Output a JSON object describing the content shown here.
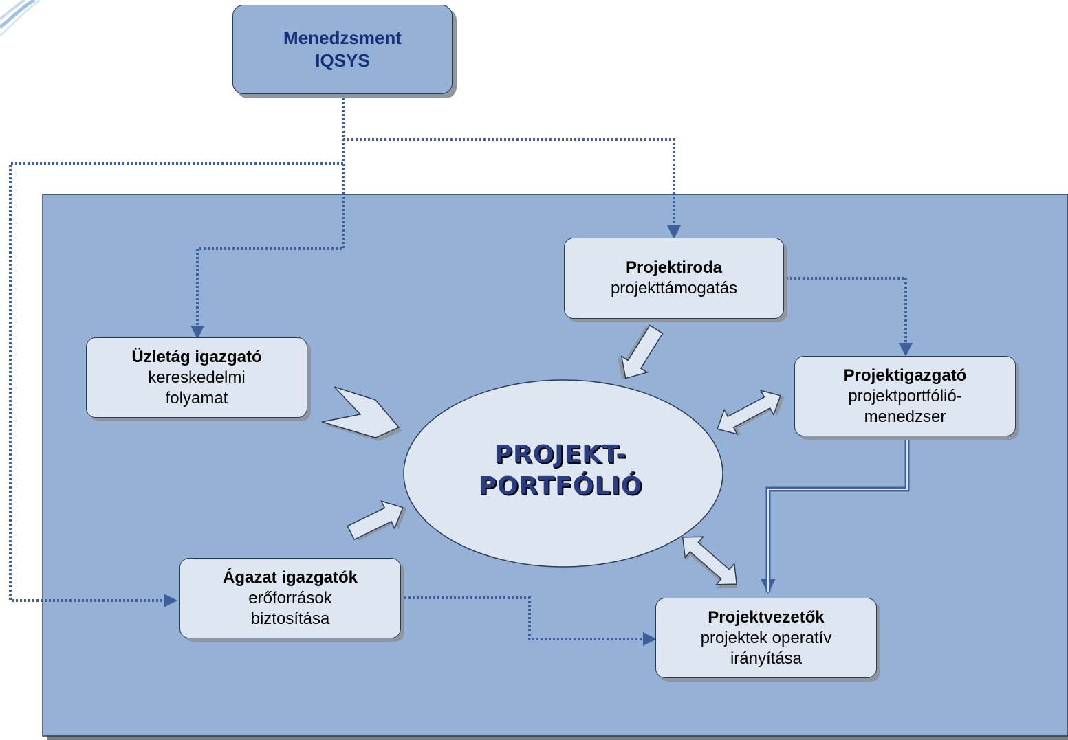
{
  "menedzsment": {
    "line1": "Menedzsment",
    "line2": "IQSYS"
  },
  "projektiroda": {
    "title": "Projektiroda",
    "subtitle": "projekttámogatás"
  },
  "uzletag": {
    "title": "Üzletág igazgató",
    "line2": "kereskedelmi",
    "line3": "folyamat"
  },
  "projektigazgato": {
    "title": "Projektigazgató",
    "line2": "projektportfólió-",
    "line3": "menedzser"
  },
  "agazat": {
    "title": "Ágazat igazgatók",
    "line2": "erőforrások",
    "line3": "biztosítása"
  },
  "projektvezetok": {
    "title": "Projektvezetők",
    "line2": "projektek operatív",
    "line3": "irányítása"
  },
  "center": {
    "line1": "PROJEKT-",
    "line2": "PORTFÓLIÓ"
  },
  "colors": {
    "panel": "#95b2d6",
    "box": "#dde6f1",
    "connector": "#3f5f9a",
    "title_text": "#17307a"
  }
}
